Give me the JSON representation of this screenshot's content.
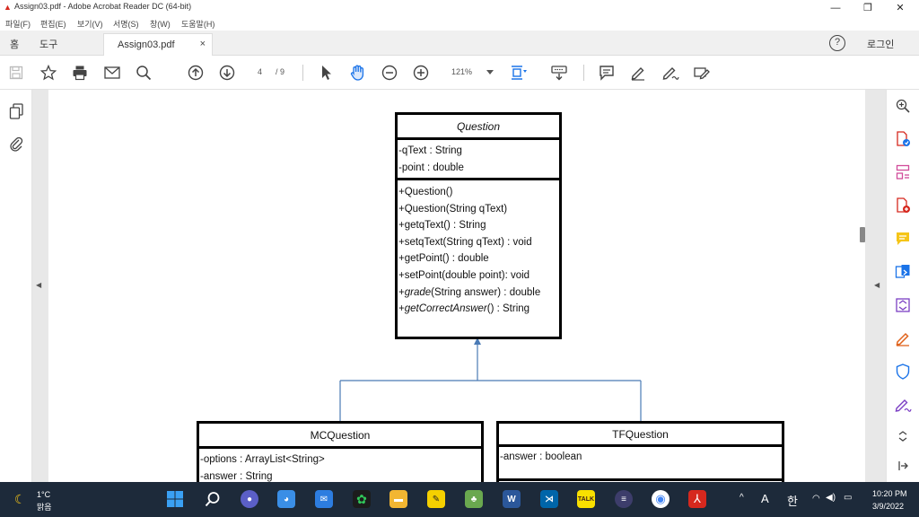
{
  "window": {
    "title": "Assign03.pdf - Adobe Acrobat Reader DC (64-bit)",
    "minimize": "—",
    "maximize": "❐",
    "close": "✕"
  },
  "menu": [
    "파일(F)",
    "편집(E)",
    "보기(V)",
    "서명(S)",
    "창(W)",
    "도움말(H)"
  ],
  "tabbar": {
    "home": "홈",
    "tools": "도구",
    "doc_tab": "Assign03.pdf",
    "doc_tab_close": "×",
    "help": "?",
    "login": "로그인"
  },
  "toolbar": {
    "page_current": "4",
    "page_total": "/ 9",
    "zoom": "121%"
  },
  "uml": {
    "question": {
      "name": "Question",
      "attributes": [
        "-qText : String",
        "-point : double"
      ],
      "methods": [
        {
          "name": "+Question()",
          "italic": false
        },
        {
          "name": "+Question(String qText)",
          "italic": false
        },
        {
          "name": "+getqText() : String",
          "italic": false
        },
        {
          "name": "+setqText(String qText) : void",
          "italic": false
        },
        {
          "name": "+getPoint() : double",
          "italic": false
        },
        {
          "name": "+setPoint(double point): void",
          "italic": false
        },
        {
          "prefix": "+",
          "italic_part": "grade",
          "suffix": "(String answer) : double"
        },
        {
          "prefix": "+",
          "italic_part": "getCorrectAnswer",
          "suffix": "() : String"
        }
      ]
    },
    "mcquestion": {
      "name": "MCQuestion",
      "attributes": [
        "-options : ArrayList<String>",
        "-answer : String"
      ]
    },
    "tfquestion": {
      "name": "TFQuestion",
      "attributes": [
        "-answer : boolean"
      ]
    }
  },
  "taskbar": {
    "weather_temp": "1°C",
    "weather_desc": "맑음",
    "lang_a": "A",
    "lang_han": "한",
    "time": "10:20 PM",
    "date": "3/9/2022"
  },
  "colors": {
    "accent_blue": "#1a73e8",
    "inheritance_line": "#4a7ab5",
    "acrobat_red": "#d6281e",
    "taskbar_bg": "#1d2a3a"
  }
}
